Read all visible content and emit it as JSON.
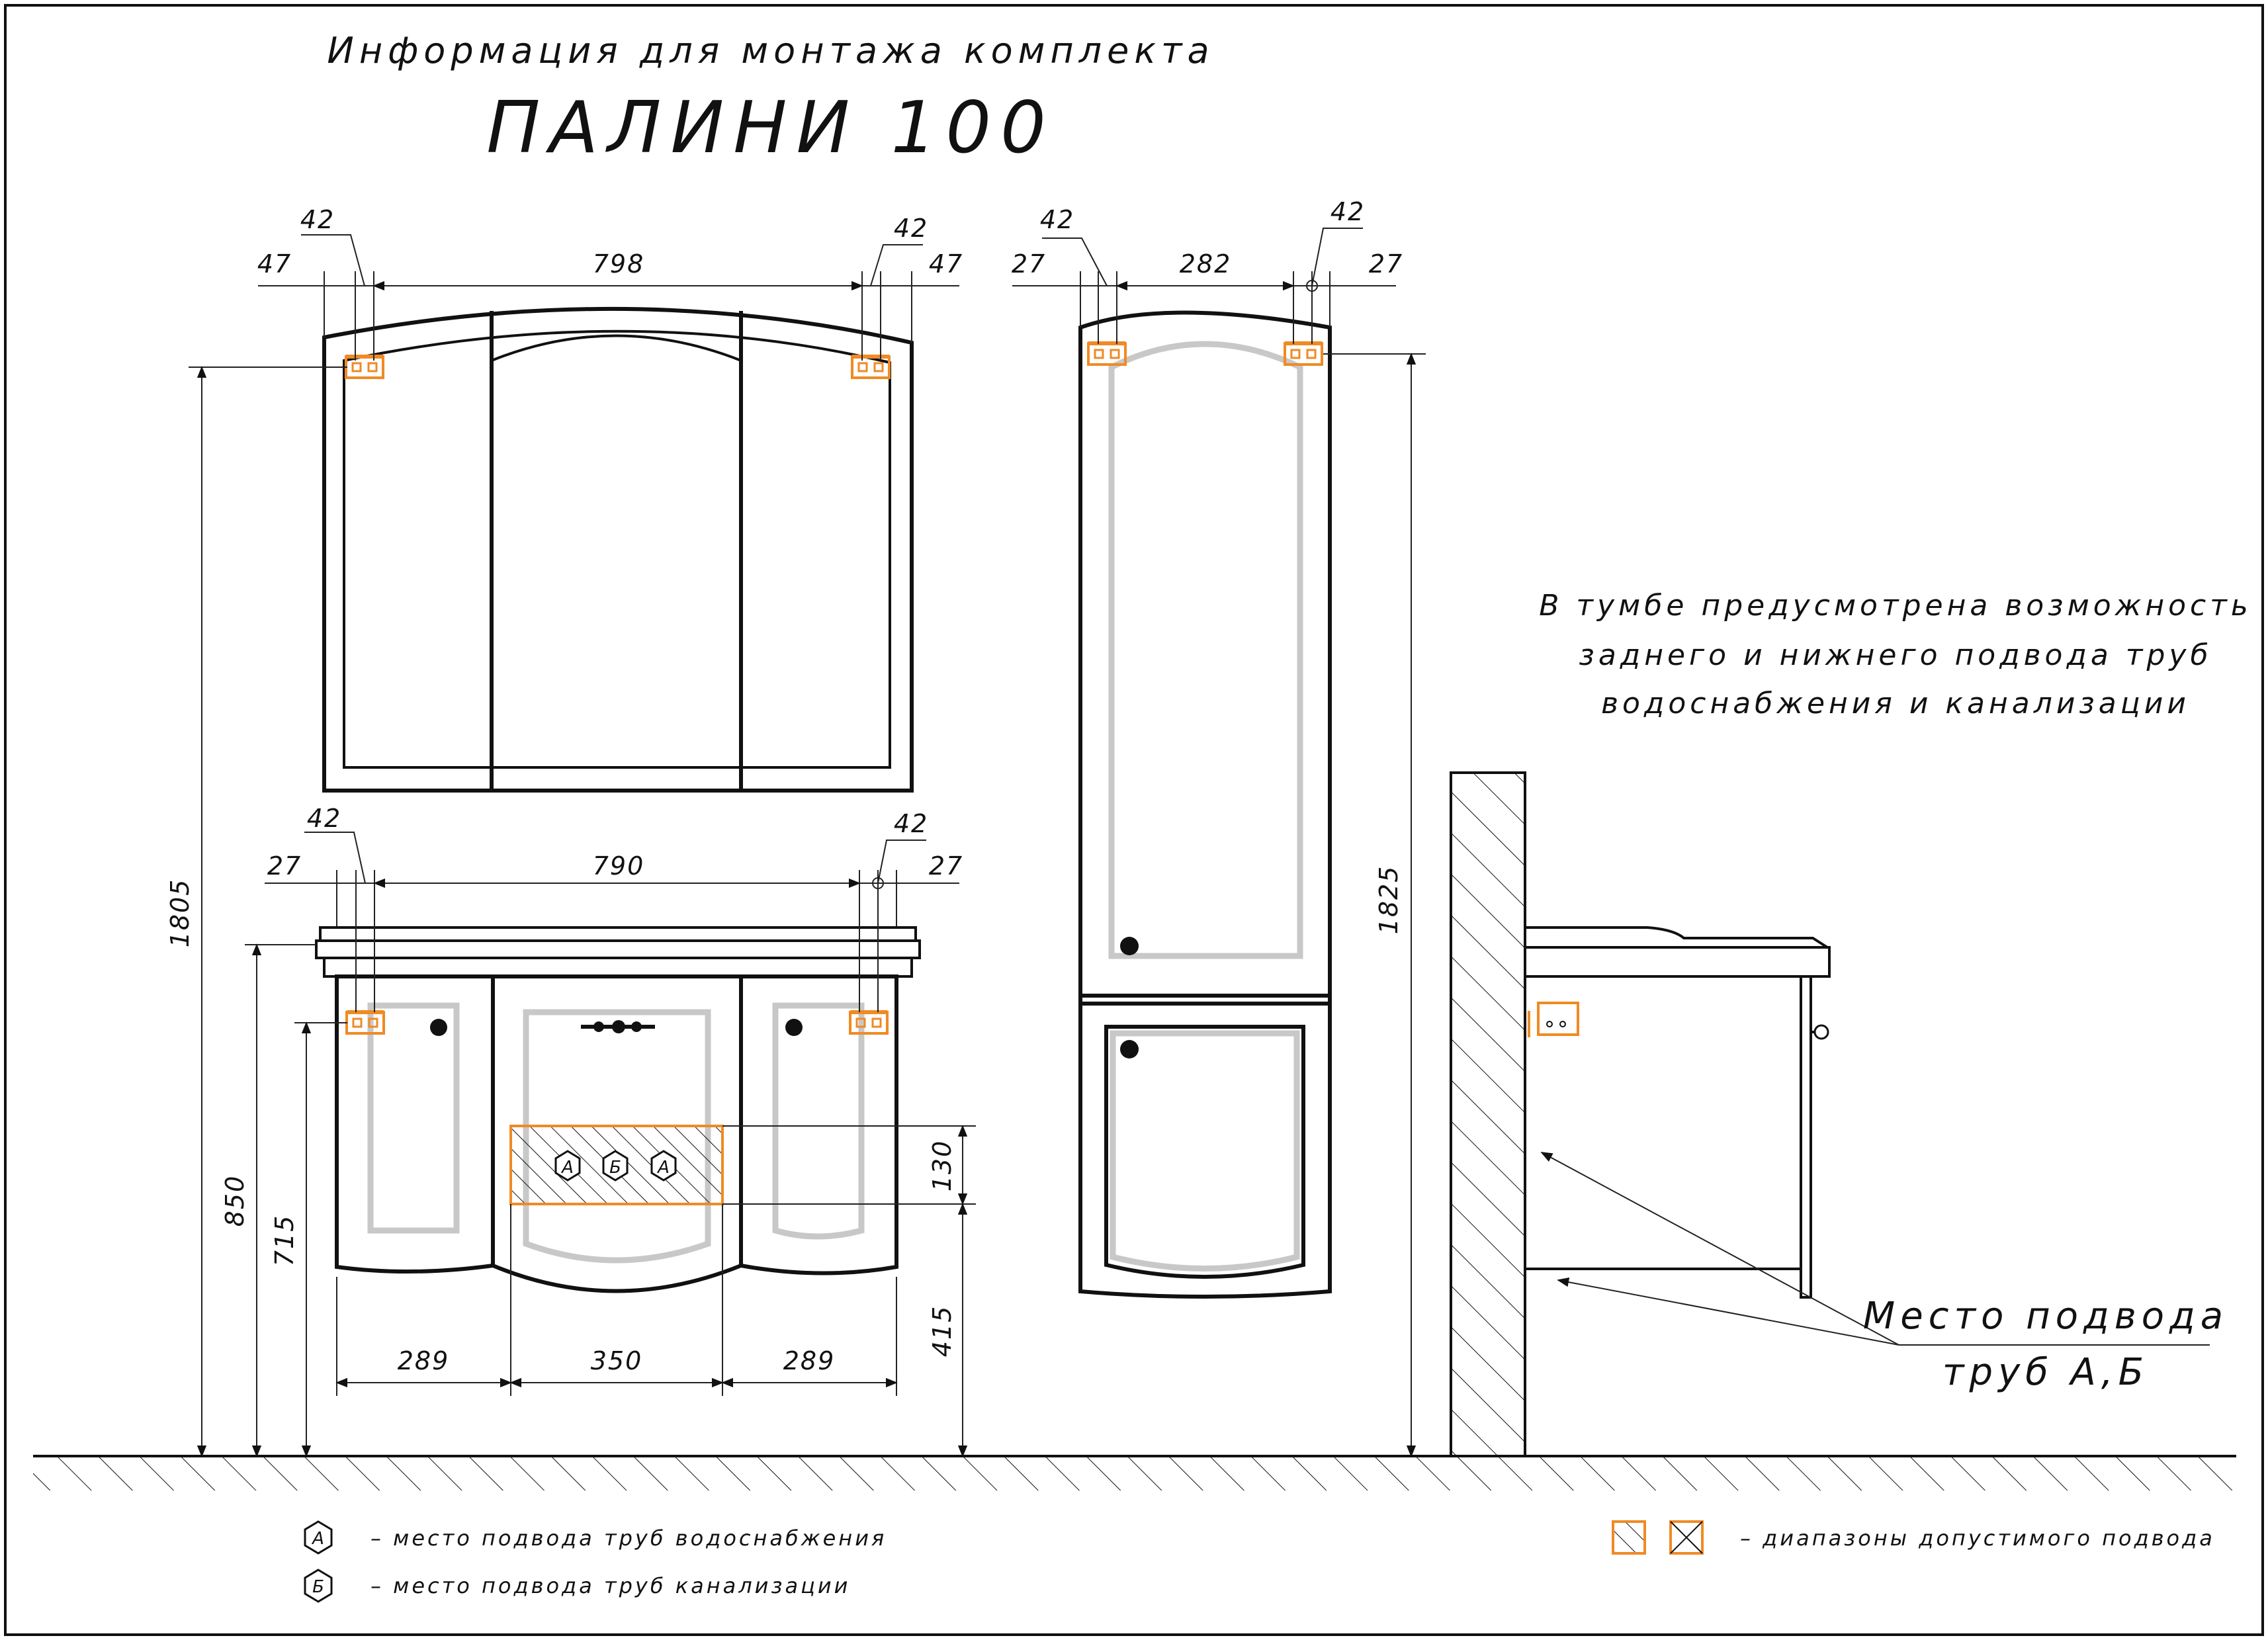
{
  "title": {
    "subtitle": "Информация для монтажа комплекта",
    "main": "ПАЛИНИ 100"
  },
  "mirror": {
    "left_offset": "47",
    "right_offset": "47",
    "left_mount": "42",
    "right_mount": "42",
    "span": "798",
    "height_from_floor": "1805"
  },
  "cabinet": {
    "left_offset": "27",
    "right_offset": "27",
    "left_mount": "42",
    "right_mount": "42",
    "span": "790",
    "top_height": "850",
    "mount_height": "715",
    "zone_height": "130",
    "zone_bottom": "415",
    "section_left": "289",
    "section_mid": "350",
    "section_right": "289",
    "pipe_a1": "А",
    "pipe_b": "Б",
    "pipe_a2": "А"
  },
  "column": {
    "left_offset": "27",
    "right_offset": "27",
    "left_mount": "42",
    "right_mount": "42",
    "span": "282",
    "height_from_floor": "1825"
  },
  "note": {
    "line1": "В тумбе предусмотрена возможность",
    "line2": "заднего и нижнего подвода труб",
    "line3": "водоснабжения и канализации"
  },
  "callout": {
    "line1": "Место подвода",
    "line2": "труб А,Б"
  },
  "legend": {
    "a_symbol": "А",
    "a_text": "– место подвода труб водоснабжения",
    "b_symbol": "Б",
    "b_text": "– место подвода труб канализации",
    "zones_text": "– диапазоны допустимого подвода"
  },
  "colors": {
    "line": "#111111",
    "accent": "#f08a24",
    "panel_outline": "#c8c8c8"
  }
}
